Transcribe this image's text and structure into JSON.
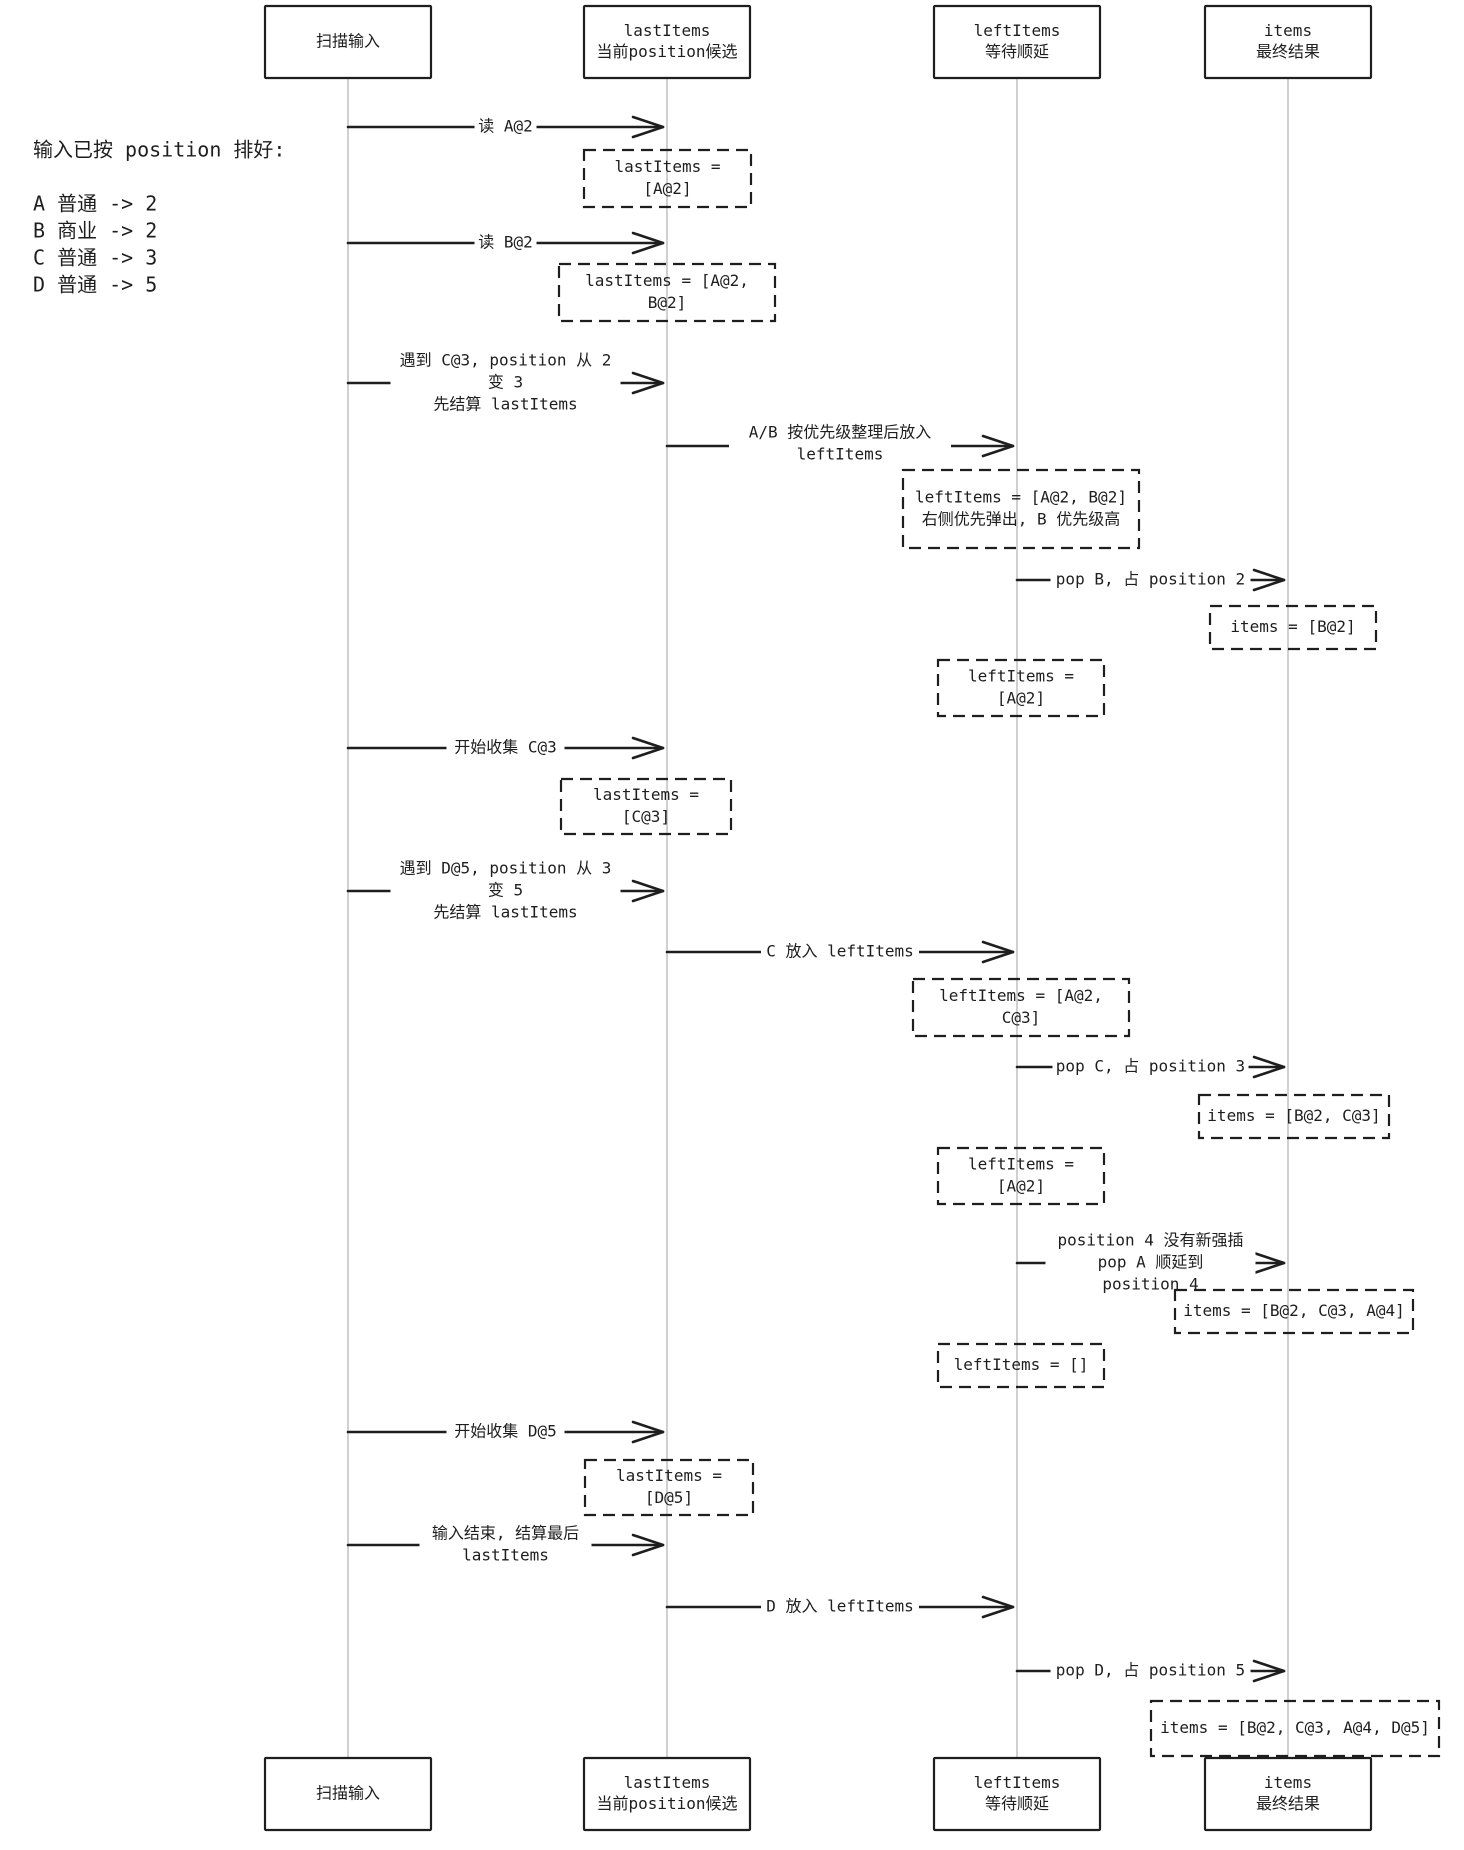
{
  "participants": [
    {
      "id": "scan",
      "lines": [
        "扫描输入"
      ]
    },
    {
      "id": "last",
      "lines": [
        "lastItems",
        "当前position候选"
      ]
    },
    {
      "id": "left",
      "lines": [
        "leftItems",
        "等待顺延"
      ]
    },
    {
      "id": "items",
      "lines": [
        "items",
        "最终结果"
      ]
    }
  ],
  "side_note": {
    "lines": [
      "输入已按 position 排好:",
      "",
      "A 普通 -> 2",
      "B 商业 -> 2",
      "C 普通 -> 3",
      "D 普通 -> 5"
    ]
  },
  "messages": [
    {
      "from": "scan",
      "to": "last",
      "lines": [
        "读 A@2"
      ]
    },
    {
      "from": "scan",
      "to": "last",
      "lines": [
        "读 B@2"
      ]
    },
    {
      "from": "scan",
      "to": "last",
      "lines": [
        "遇到 C@3, position 从 2",
        "变 3",
        "先结算 lastItems"
      ]
    },
    {
      "from": "last",
      "to": "left",
      "lines": [
        "A/B 按优先级整理后放入",
        "leftItems"
      ]
    },
    {
      "from": "left",
      "to": "items",
      "lines": [
        "pop B, 占 position 2"
      ]
    },
    {
      "from": "scan",
      "to": "last",
      "lines": [
        "开始收集 C@3"
      ]
    },
    {
      "from": "scan",
      "to": "last",
      "lines": [
        "遇到 D@5, position 从 3",
        "变 5",
        "先结算 lastItems"
      ]
    },
    {
      "from": "last",
      "to": "left",
      "lines": [
        "C 放入 leftItems"
      ]
    },
    {
      "from": "left",
      "to": "items",
      "lines": [
        "pop C, 占 position 3"
      ]
    },
    {
      "from": "left",
      "to": "items",
      "lines": [
        "position 4 没有新强插",
        "pop A 顺延到",
        "position 4"
      ]
    },
    {
      "from": "scan",
      "to": "last",
      "lines": [
        "开始收集 D@5"
      ]
    },
    {
      "from": "scan",
      "to": "last",
      "lines": [
        "输入结束, 结算最后",
        "lastItems"
      ]
    },
    {
      "from": "last",
      "to": "left",
      "lines": [
        "D 放入 leftItems"
      ]
    },
    {
      "from": "left",
      "to": "items",
      "lines": [
        "pop D, 占 position 5"
      ]
    }
  ],
  "notes": [
    {
      "over": "last",
      "lines": [
        "lastItems =",
        "[A@2]"
      ]
    },
    {
      "over": "last",
      "lines": [
        "lastItems = [A@2,",
        "B@2]"
      ]
    },
    {
      "over": "left",
      "lines": [
        "leftItems = [A@2, B@2]",
        "右侧优先弹出, B 优先级高"
      ]
    },
    {
      "over": "items",
      "lines": [
        "items = [B@2]"
      ]
    },
    {
      "over": "left",
      "lines": [
        "leftItems =",
        "[A@2]"
      ]
    },
    {
      "over": "last",
      "lines": [
        "lastItems =",
        "[C@3]"
      ]
    },
    {
      "over": "left",
      "lines": [
        "leftItems = [A@2,",
        "C@3]"
      ]
    },
    {
      "over": "items",
      "lines": [
        "items = [B@2, C@3]"
      ]
    },
    {
      "over": "left",
      "lines": [
        "leftItems =",
        "[A@2]"
      ]
    },
    {
      "over": "items",
      "lines": [
        "items = [B@2, C@3, A@4]"
      ]
    },
    {
      "over": "left",
      "lines": [
        "leftItems = []"
      ]
    },
    {
      "over": "last",
      "lines": [
        "lastItems =",
        "[D@5]"
      ]
    },
    {
      "over": "items",
      "lines": [
        "items = [B@2, C@3, A@4, D@5]"
      ]
    }
  ]
}
